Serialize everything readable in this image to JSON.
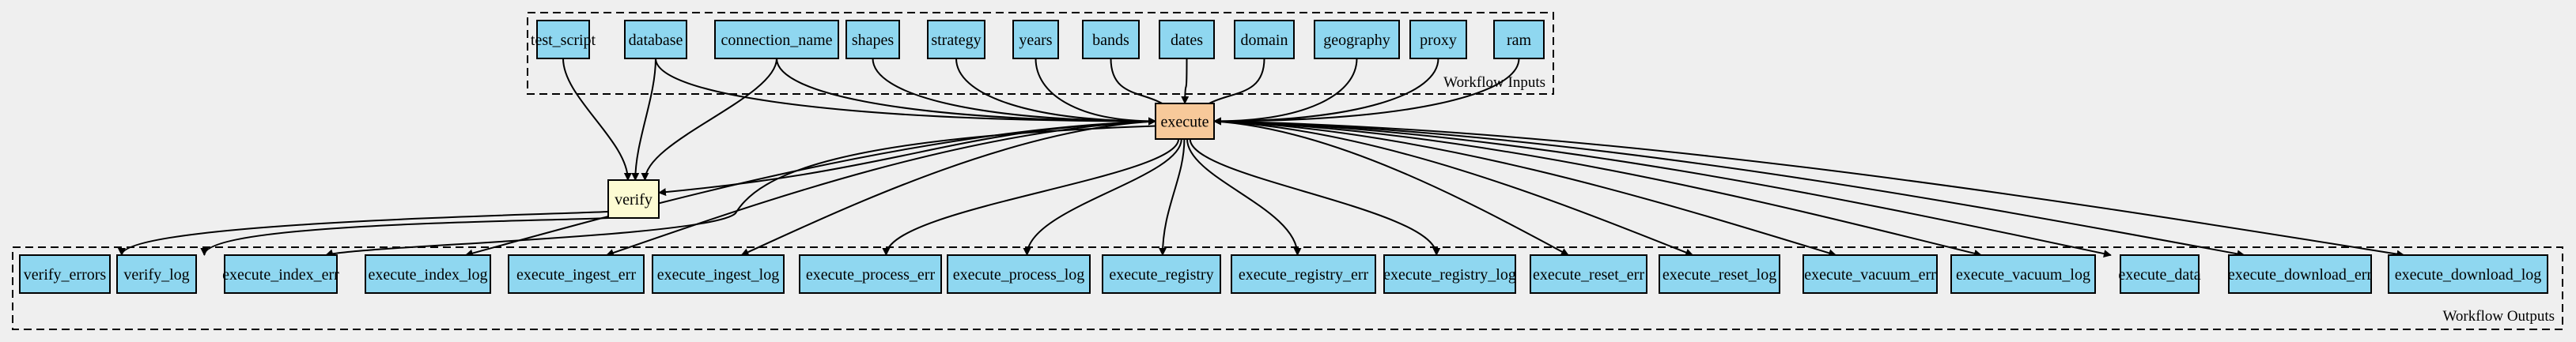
{
  "clusters": {
    "inputs_label": "Workflow Inputs",
    "outputs_label": "Workflow Outputs"
  },
  "colors": {
    "input_node": "#8fd7f0",
    "execute_node": "#f7c99a",
    "verify_node": "#fdfbd3",
    "output_node": "#8fd7f0",
    "background": "#efefef"
  },
  "nodes": {
    "inputs": [
      "test_script",
      "database",
      "connection_name",
      "shapes",
      "strategy",
      "years",
      "bands",
      "dates",
      "domain",
      "geography",
      "proxy",
      "ram"
    ],
    "execute": "execute",
    "verify": "verify",
    "outputs": [
      "verify_errors",
      "verify_log",
      "execute_index_err",
      "execute_index_log",
      "execute_ingest_err",
      "execute_ingest_log",
      "execute_process_err",
      "execute_process_log",
      "execute_registry",
      "execute_registry_err",
      "execute_registry_log",
      "execute_reset_err",
      "execute_reset_log",
      "execute_vacuum_err",
      "execute_vacuum_log",
      "execute_data",
      "execute_download_err",
      "execute_download_log"
    ]
  },
  "edges": [
    {
      "from": "test_script",
      "to": "verify"
    },
    {
      "from": "database",
      "to": "verify"
    },
    {
      "from": "connection_name",
      "to": "verify"
    },
    {
      "from": "execute",
      "to": "verify"
    },
    {
      "from": "database",
      "to": "execute"
    },
    {
      "from": "connection_name",
      "to": "execute"
    },
    {
      "from": "shapes",
      "to": "execute"
    },
    {
      "from": "strategy",
      "to": "execute"
    },
    {
      "from": "years",
      "to": "execute"
    },
    {
      "from": "bands",
      "to": "execute"
    },
    {
      "from": "dates",
      "to": "execute"
    },
    {
      "from": "domain",
      "to": "execute"
    },
    {
      "from": "geography",
      "to": "execute"
    },
    {
      "from": "proxy",
      "to": "execute"
    },
    {
      "from": "ram",
      "to": "execute"
    },
    {
      "from": "verify",
      "to": "verify_errors"
    },
    {
      "from": "verify",
      "to": "verify_log"
    },
    {
      "from": "execute",
      "to": "execute_index_err"
    },
    {
      "from": "execute",
      "to": "execute_index_log"
    },
    {
      "from": "execute",
      "to": "execute_ingest_err"
    },
    {
      "from": "execute",
      "to": "execute_ingest_log"
    },
    {
      "from": "execute",
      "to": "execute_process_err"
    },
    {
      "from": "execute",
      "to": "execute_process_log"
    },
    {
      "from": "execute",
      "to": "execute_registry"
    },
    {
      "from": "execute",
      "to": "execute_registry_err"
    },
    {
      "from": "execute",
      "to": "execute_registry_log"
    },
    {
      "from": "execute",
      "to": "execute_reset_err"
    },
    {
      "from": "execute",
      "to": "execute_reset_log"
    },
    {
      "from": "execute",
      "to": "execute_vacuum_err"
    },
    {
      "from": "execute",
      "to": "execute_vacuum_log"
    },
    {
      "from": "execute",
      "to": "execute_data"
    },
    {
      "from": "execute",
      "to": "execute_download_err"
    },
    {
      "from": "execute",
      "to": "execute_download_log"
    }
  ]
}
